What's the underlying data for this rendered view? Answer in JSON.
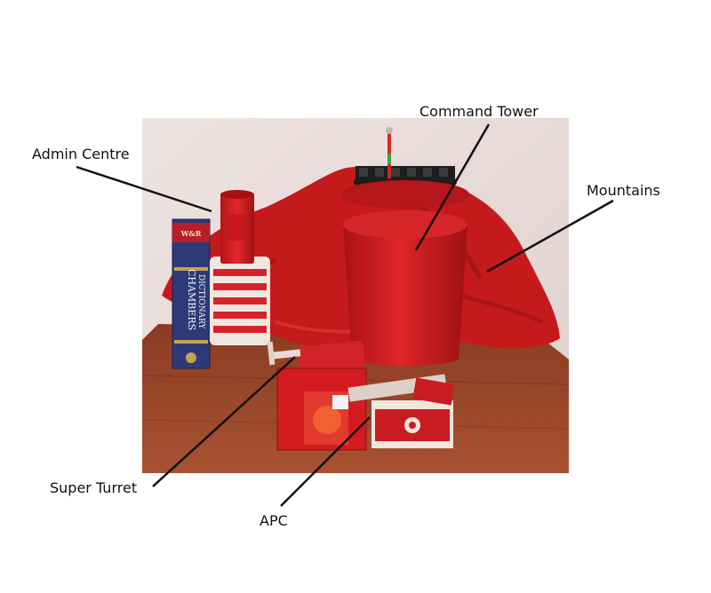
{
  "labels": {
    "admin_centre": "Admin Centre",
    "command_tower": "Command Tower",
    "mountains": "Mountains",
    "super_turret": "Super Turret",
    "apc": "APC"
  },
  "book": {
    "publisher_mark": "W&R",
    "title_line1": "CHAMBERS",
    "title_line2": "DICTIONARY"
  },
  "colors": {
    "wall": "#e9dedc",
    "table": "#9a4a2c",
    "cloth": "#c51a1c",
    "red_object": "#d21b20",
    "leader_line": "#111111"
  }
}
